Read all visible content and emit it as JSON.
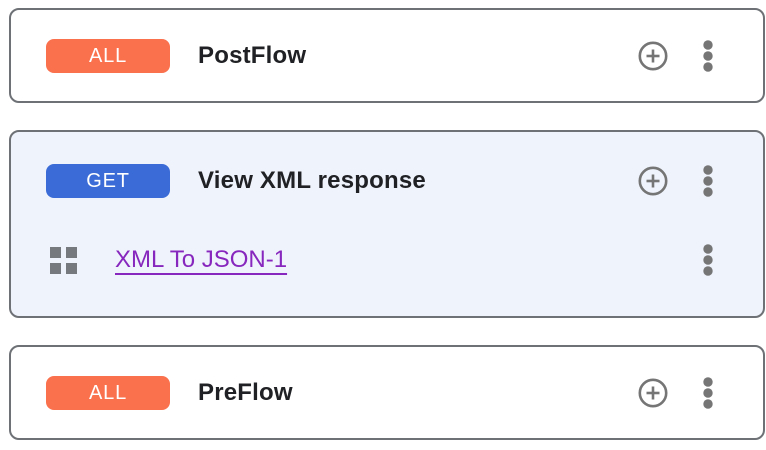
{
  "panel": {
    "cards": [
      {
        "badge": {
          "label": "ALL",
          "color": "#FA714D"
        },
        "title": "PostFlow",
        "selected": false,
        "actions": {
          "add": "plus-circle-icon",
          "more": "kebab-menu-icon"
        }
      },
      {
        "badge": {
          "label": "GET",
          "color": "#3A6BD6"
        },
        "title": "View XML response",
        "selected": true,
        "actions": {
          "add": "plus-circle-icon",
          "more": "kebab-menu-icon"
        },
        "steps": [
          {
            "label": "XML To JSON-1",
            "icon": "grid-icon",
            "more": "kebab-menu-icon"
          }
        ]
      },
      {
        "badge": {
          "label": "ALL",
          "color": "#FA714D"
        },
        "title": "PreFlow",
        "selected": false,
        "actions": {
          "add": "plus-circle-icon",
          "more": "kebab-menu-icon"
        }
      }
    ]
  },
  "colors": {
    "card_border": "#6E7276",
    "selected_card_bg": "#EFF3FC",
    "title_text": "#202124",
    "icon_gray": "#757575",
    "link_purple": "#8727BD",
    "badge_orange": "#FA714D",
    "badge_blue": "#3A6BD6"
  }
}
